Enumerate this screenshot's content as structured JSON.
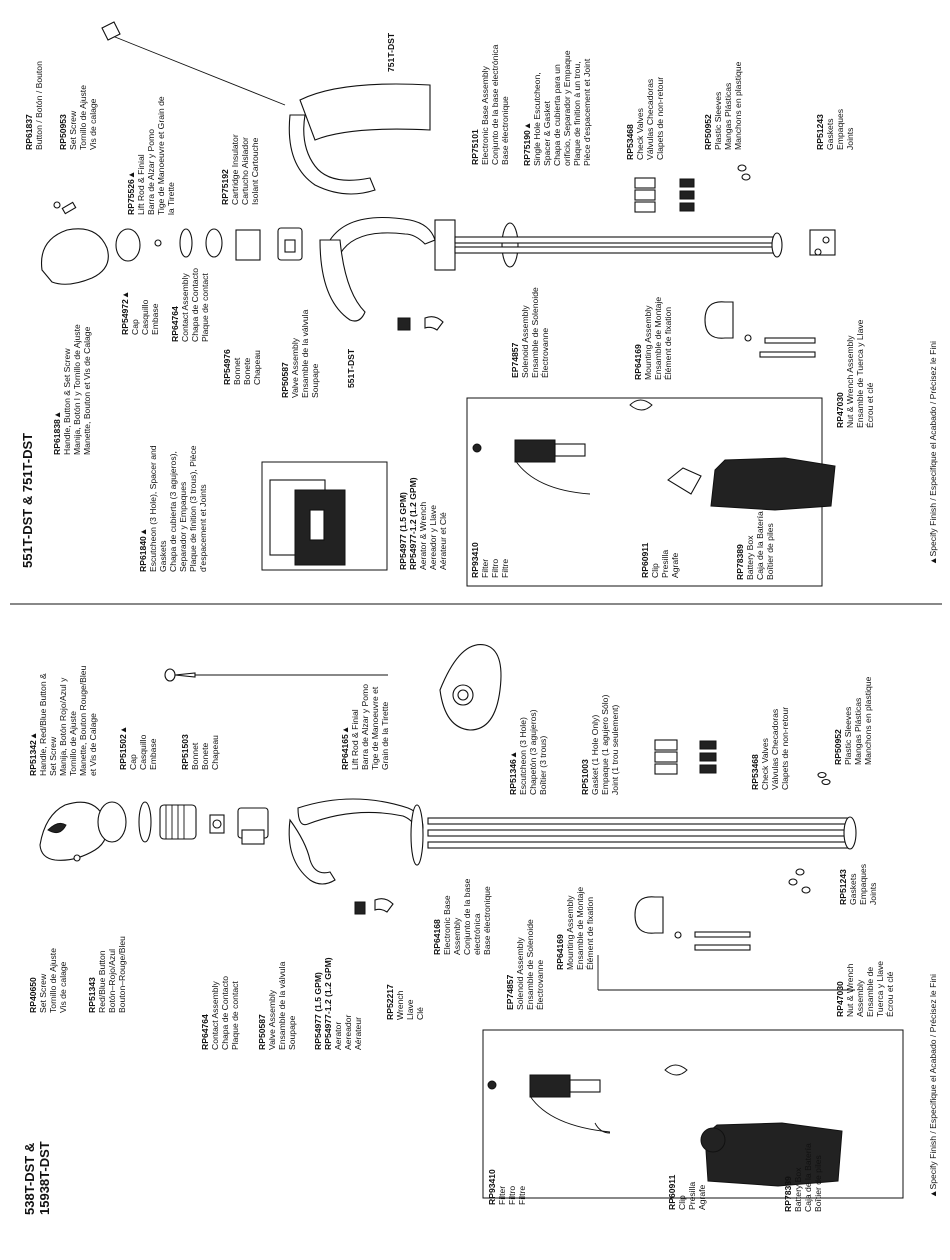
{
  "left": {
    "title": [
      "538T-DST &",
      "15938T-DST"
    ],
    "footnote": "▲Specify Finish / Especifique el Acabado / Précisez le Fini",
    "labels": [
      {
        "pn": "RP40650",
        "lines": [
          "Set Screw",
          "Tornillo de Ajuste",
          "Vis de calage"
        ]
      },
      {
        "pn": "RP51343",
        "lines": [
          "Red/Blue Button",
          "Botón–Rojo/Azul",
          "Bouton–Rouge/Bleu"
        ]
      },
      {
        "pn": "RP51342▲",
        "lines": [
          "Handle, Red/Blue Button &",
          "Set Screw",
          "Manija, Botón Rojo/Azul y",
          "Tornillo de Ajuste",
          "Manette, Bouton Rouge/Bleu",
          "et Vis de Calage"
        ]
      },
      {
        "pn": "RP51502▲",
        "lines": [
          "Cap",
          "Casquillo",
          "Embase"
        ]
      },
      {
        "pn": "RP51503",
        "lines": [
          "Bonnet",
          "Bonete",
          "Chapeau"
        ]
      },
      {
        "pn": "RP64764",
        "lines": [
          "Contact Assembly",
          "Chapa de Contacto",
          "Plaque de contact"
        ]
      },
      {
        "pn": "RP50587",
        "lines": [
          "Valve Assembly",
          "Ensamble de la válvula",
          "Soupape"
        ]
      },
      {
        "pn": "RP54977 (1.5 GPM)",
        "lines": []
      },
      {
        "pn": "RP54977-1.2 (1.2 GPM)",
        "lines": [
          "Aerator",
          "Aereador",
          "Aérateur"
        ]
      },
      {
        "pn": "RP52217",
        "lines": [
          "Wrench",
          "Llave",
          "Clé"
        ]
      },
      {
        "pn": "RP64165▲",
        "lines": [
          "Lift Rod & Finial",
          "Barra de Alzar y Pomo",
          "Tige de Manoeuvre et",
          "Grain de la Tirette"
        ]
      },
      {
        "pn": "RP51346▲",
        "lines": [
          "Escutcheon (3 Hole)",
          "Chapetón (3 agujeros)",
          "Boîtier (3 trous)"
        ]
      },
      {
        "pn": "RP51003",
        "lines": [
          "Gasket (1 Hole Only)",
          "Empaque (1 agujero Sólo)",
          "Joint (1 trou seulement)"
        ]
      },
      {
        "pn": "RP64168",
        "lines": [
          "Electronic Base",
          "Assembly",
          "Conjunto de la base",
          "electrónica",
          "Base électronique"
        ]
      },
      {
        "pn": "EP74857",
        "lines": [
          "Solenoid Assembly",
          "Ensamble de Solenoide",
          "Électrovanne"
        ]
      },
      {
        "pn": "RP64169",
        "lines": [
          "Mounting Assembly",
          "Ensamble de Montaje",
          "Élément de fixation"
        ]
      },
      {
        "pn": "RP53468",
        "lines": [
          "Check Valves",
          "Válvulas Checadoras",
          "Clapets de non-retour"
        ]
      },
      {
        "pn": "RP50952",
        "lines": [
          "Plastic Sleeves",
          "Mangas Plásticas",
          "Manchons en plastique"
        ]
      },
      {
        "pn": "RP51243",
        "lines": [
          "Gaskets",
          "Empaques",
          "Joints"
        ]
      },
      {
        "pn": "RP47030",
        "lines": [
          "Nut & Wrench",
          "Assembly",
          "Ensamble de",
          "Tuerca y Llave",
          "Écrou et clé"
        ]
      },
      {
        "pn": "RP93410",
        "lines": [
          "Filter",
          "Filtro",
          "Filtre"
        ]
      },
      {
        "pn": "RP60911",
        "lines": [
          "Clip",
          "Presilla",
          "Agrafe"
        ]
      },
      {
        "pn": "RP78389",
        "lines": [
          "Battery Box",
          "Caja de la Batería",
          "Boîtier de piles"
        ]
      }
    ]
  },
  "right": {
    "title": "551T-DST & 751T-DST",
    "footnote": "▲Specify Finish / Especifique el Acabado / Précisez le Fini",
    "model_551": "551T-DST",
    "model_751": "751T-DST",
    "labels": [
      {
        "pn": "RP61837",
        "lines": [
          "Button / Botón / Bouton"
        ]
      },
      {
        "pn": "RP50953",
        "lines": [
          "Set Screw",
          "Tornillo de Ajuste",
          "Vis de calage"
        ]
      },
      {
        "pn": "RP61838▲",
        "lines": [
          "Handle, Button & Set Screw",
          "Manija, Botón l y Tornillo de Ajuste",
          "Manette, Bouton et Vis de Calage"
        ]
      },
      {
        "pn": "RP75526▲",
        "lines": [
          "Lift Rod & Finial",
          "Barra de Alzar y Pomo",
          "Tige de Manoeuvre et Grain de",
          "la Tirette"
        ]
      },
      {
        "pn": "RP54972▲",
        "lines": [
          "Cap",
          "Casquillo",
          "Embase"
        ]
      },
      {
        "pn": "RP64764",
        "lines": [
          "Contact Assembly",
          "Chapa de Contacto",
          "Plaque de contact"
        ]
      },
      {
        "pn": "RP54976",
        "lines": [
          "Bonnet",
          "Bonete",
          "Chapeau"
        ]
      },
      {
        "pn": "RP75192",
        "lines": [
          "Cartridge Insulator",
          "Cartucho Aislador",
          "Isolant Cartouche"
        ]
      },
      {
        "pn": "RP50587",
        "lines": [
          "Valve Assembly",
          "Ensamble de la válvula",
          "Soupape"
        ]
      },
      {
        "pn": "RP61840▲",
        "lines": [
          "Escutcheon (3 Hole), Spacer and",
          "Gaskets",
          "Chapa de cubierta (3 agujeros),",
          "Separador y Empaques",
          "Plaque de finition (3 trous), Pièce",
          "d'espacement et Joints"
        ]
      },
      {
        "pn": "RP54977 (1.5 GPM)",
        "lines": []
      },
      {
        "pn": "RP54977-1.2 (1.2 GPM)",
        "lines": [
          "Aerator & Wrench",
          "Aereador y Llave",
          "Aérateur et Clé"
        ]
      },
      {
        "pn": "RP75101",
        "lines": [
          "Electronic Base Assembly",
          "Conjunto de la base electrónica",
          "Base électronique"
        ]
      },
      {
        "pn": "RP75190▲",
        "lines": [
          "Single Hole Escutcheon,",
          "Spacer & Gasket",
          "Chapa de cubierta para un",
          "orificio, Separador y Empaque",
          "Plaque de finition à un trou,",
          "Pièce d'espacement et Joint"
        ]
      },
      {
        "pn": "EP74857",
        "lines": [
          "Solenoid Assembly",
          "Ensamble de Solenoide",
          "Électrovanne"
        ]
      },
      {
        "pn": "RP53468",
        "lines": [
          "Check Valves",
          "Válvulas Checadoras",
          "Clapets de non-retour"
        ]
      },
      {
        "pn": "RP50952",
        "lines": [
          "Plastic Sleeves",
          "Mangas Plásticas",
          "Manchons en plastique"
        ]
      },
      {
        "pn": "RP51243",
        "lines": [
          "Gaskets",
          "Empaques",
          "Joints"
        ]
      },
      {
        "pn": "RP64169",
        "lines": [
          "Mounting Assembly",
          "Ensamble de Montaje",
          "Élément de fixation"
        ]
      },
      {
        "pn": "RP47030",
        "lines": [
          "Nut & Wrench Assembly",
          "Ensamble de Tuerca y Llave",
          "Écrou et clé"
        ]
      },
      {
        "pn": "RP93410",
        "lines": [
          "Filter",
          "Filtro",
          "Filtre"
        ]
      },
      {
        "pn": "RP60911",
        "lines": [
          "Clip",
          "Presilla",
          "Agrafe"
        ]
      },
      {
        "pn": "RP78389",
        "lines": [
          "Battery Box",
          "Caja de la Batería",
          "Boîtier de piles"
        ]
      }
    ]
  }
}
